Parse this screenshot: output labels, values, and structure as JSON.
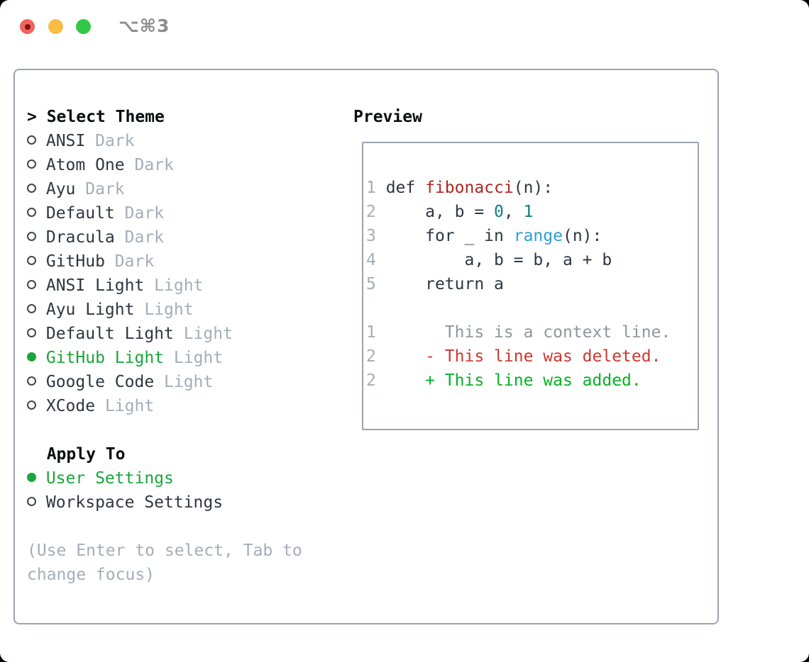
{
  "titlebar": {
    "title": "⌥⌘3"
  },
  "theme_picker": {
    "header_prefix": "> ",
    "header": "Select Theme",
    "items": [
      {
        "name": "ANSI",
        "variant": "Dark",
        "selected": false
      },
      {
        "name": "Atom One",
        "variant": "Dark",
        "selected": false
      },
      {
        "name": "Ayu",
        "variant": "Dark",
        "selected": false
      },
      {
        "name": "Default",
        "variant": "Dark",
        "selected": false
      },
      {
        "name": "Dracula",
        "variant": "Dark",
        "selected": false
      },
      {
        "name": "GitHub",
        "variant": "Dark",
        "selected": false
      },
      {
        "name": "ANSI Light",
        "variant": "Light",
        "selected": false
      },
      {
        "name": "Ayu Light",
        "variant": "Light",
        "selected": false
      },
      {
        "name": "Default Light",
        "variant": "Light",
        "selected": false
      },
      {
        "name": "GitHub Light",
        "variant": "Light",
        "selected": true
      },
      {
        "name": "Google Code",
        "variant": "Light",
        "selected": false
      },
      {
        "name": "XCode",
        "variant": "Light",
        "selected": false
      }
    ],
    "apply_to": {
      "header": "Apply To",
      "options": [
        {
          "name": "User Settings",
          "selected": true
        },
        {
          "name": "Workspace Settings",
          "selected": false
        }
      ]
    },
    "help_lines": [
      "(Use Enter to select, Tab to",
      "change focus)"
    ]
  },
  "preview": {
    "header": "Preview",
    "lines": [
      {
        "num": "1",
        "segments": [
          {
            "text": "def ",
            "style": "code"
          },
          {
            "text": "fibonacci",
            "style": "func"
          },
          {
            "text": "(n):",
            "style": "code"
          }
        ]
      },
      {
        "num": "2",
        "segments": [
          {
            "text": "    a, b = ",
            "style": "code"
          },
          {
            "text": "0",
            "style": "num"
          },
          {
            "text": ", ",
            "style": "code"
          },
          {
            "text": "1",
            "style": "num"
          }
        ]
      },
      {
        "num": "3",
        "segments": [
          {
            "text": "    for _ in ",
            "style": "code"
          },
          {
            "text": "range",
            "style": "builtin"
          },
          {
            "text": "(n):",
            "style": "code"
          }
        ]
      },
      {
        "num": "4",
        "segments": [
          {
            "text": "        a, b = b, a + b",
            "style": "code"
          }
        ]
      },
      {
        "num": "5",
        "segments": [
          {
            "text": "    return a",
            "style": "code"
          }
        ]
      },
      {
        "num": "",
        "segments": []
      },
      {
        "num": "1",
        "segments": [
          {
            "text": "      This is a context line.",
            "style": "ctx"
          }
        ]
      },
      {
        "num": "2",
        "segments": [
          {
            "text": "    - This line was deleted.",
            "style": "del"
          }
        ]
      },
      {
        "num": "2",
        "segments": [
          {
            "text": "    + This line was added.",
            "style": "add"
          }
        ]
      }
    ]
  },
  "colors": {
    "selected_green": "#1ba53c",
    "added_green": "#04b123",
    "deleted_red": "#cc372e",
    "function_red": "#b0261f",
    "number_teal": "#0d7d85",
    "builtin_blue": "#2e9fd6",
    "muted_gray": "#a4adb8",
    "context_gray": "#8f969e",
    "text_dark": "#2f3640",
    "border_gray": "#9aa3ae",
    "traffic_red": "#f1635b",
    "traffic_yellow": "#f7bd45",
    "traffic_green": "#33c748"
  }
}
